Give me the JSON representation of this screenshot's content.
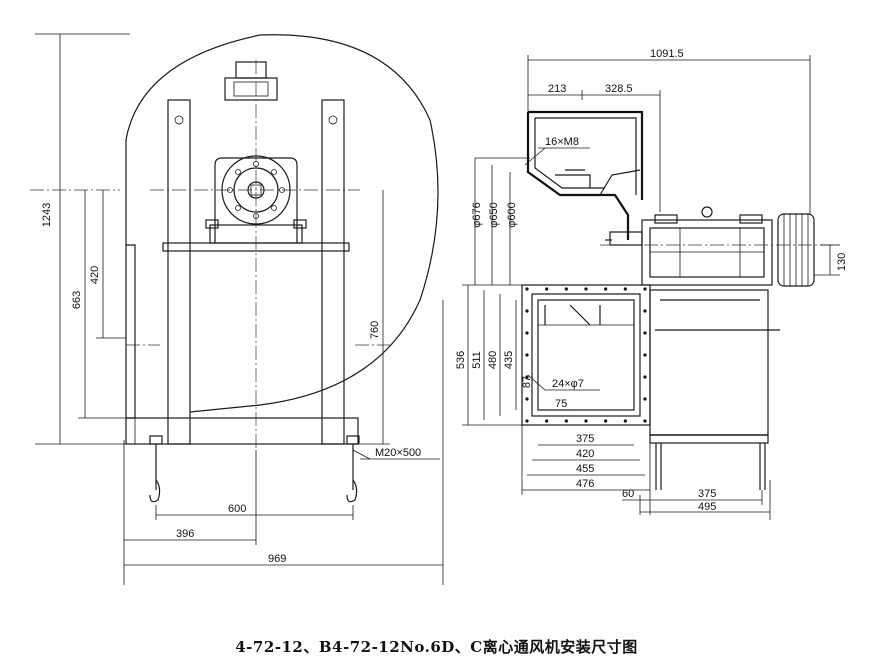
{
  "caption": "4-72-12、B4-72-12No.6D、C离心通风机安装尺寸图",
  "front_view": {
    "dims": {
      "overall_height": "1243",
      "shaft_height": "663",
      "support_height": "420",
      "frame_height": "760",
      "anchor_bolt": "M20×500",
      "foundation_span": "600",
      "outlet_offset": "396",
      "overall_width": "969"
    }
  },
  "side_view": {
    "dims": {
      "overall_length": "1091.5",
      "inlet_offset": "213",
      "inlet_to_shaft": "328.5",
      "flange_bolts": "16×M8",
      "flange_d1": "φ676",
      "flange_d2": "φ650",
      "flange_d3": "φ600",
      "pulley_height": "130",
      "outlet_h1": "536",
      "outlet_h2": "511",
      "outlet_h3": "480",
      "outlet_h4": "435",
      "outlet_pitch_v": "87",
      "outlet_holes": "24×φ7",
      "outlet_pitch_h": "75",
      "outlet_w1": "375",
      "outlet_w2": "420",
      "outlet_w3": "455",
      "outlet_w4": "476",
      "base_offset": "60",
      "base_w1": "375",
      "base_w2": "495"
    }
  }
}
